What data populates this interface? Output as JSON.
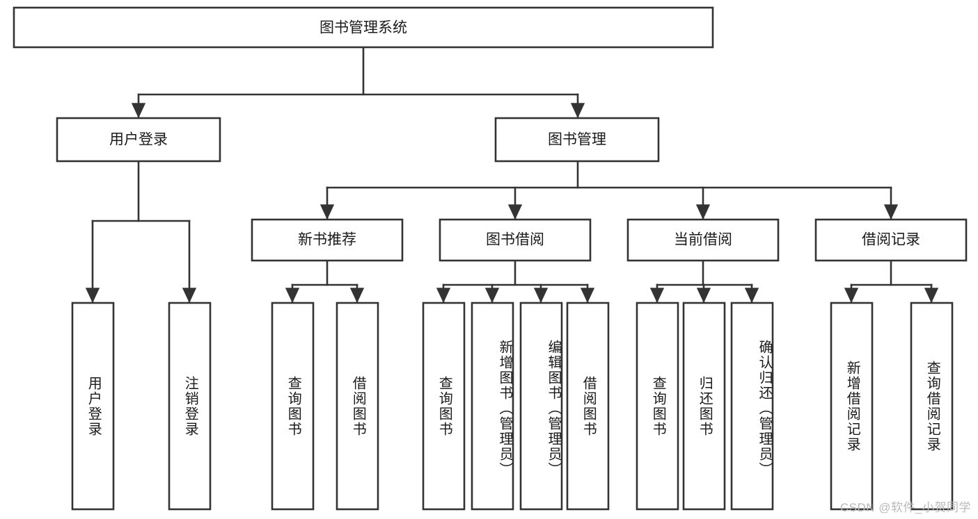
{
  "diagram": {
    "type": "tree",
    "title": "图书管理系统",
    "root": {
      "id": "root",
      "label": "图书管理系统",
      "orientation": "horizontal"
    },
    "level2": [
      {
        "id": "user-login",
        "label": "用户登录",
        "orientation": "horizontal"
      },
      {
        "id": "book-manage",
        "label": "图书管理",
        "orientation": "horizontal"
      }
    ],
    "level3": [
      {
        "id": "new-book-recommend",
        "label": "新书推荐",
        "orientation": "horizontal",
        "parent": "book-manage"
      },
      {
        "id": "book-borrow",
        "label": "图书借阅",
        "orientation": "horizontal",
        "parent": "book-manage"
      },
      {
        "id": "current-borrow",
        "label": "当前借阅",
        "orientation": "horizontal",
        "parent": "book-manage"
      },
      {
        "id": "borrow-record",
        "label": "借阅记录",
        "orientation": "horizontal",
        "parent": "book-manage"
      }
    ],
    "leaves": [
      {
        "id": "leaf-user-login",
        "label": "用户登录",
        "orientation": "vertical",
        "parent": "user-login"
      },
      {
        "id": "leaf-user-logout",
        "label": "注销登录",
        "orientation": "vertical",
        "parent": "user-login"
      },
      {
        "id": "leaf-query-book-1",
        "label": "查询图书",
        "orientation": "vertical",
        "parent": "new-book-recommend"
      },
      {
        "id": "leaf-borrow-book-1",
        "label": "借阅图书",
        "orientation": "vertical",
        "parent": "new-book-recommend"
      },
      {
        "id": "leaf-query-book-2",
        "label": "查询图书",
        "orientation": "vertical",
        "parent": "book-borrow"
      },
      {
        "id": "leaf-add-book",
        "label": "新增图书（管理员）",
        "orientation": "vertical",
        "parent": "book-borrow"
      },
      {
        "id": "leaf-edit-book",
        "label": "编辑图书（管理员）",
        "orientation": "vertical",
        "parent": "book-borrow"
      },
      {
        "id": "leaf-borrow-book-2",
        "label": "借阅图书",
        "orientation": "vertical",
        "parent": "book-borrow"
      },
      {
        "id": "leaf-query-book-3",
        "label": "查询图书",
        "orientation": "vertical",
        "parent": "current-borrow"
      },
      {
        "id": "leaf-return-book",
        "label": "归还图书",
        "orientation": "vertical",
        "parent": "current-borrow"
      },
      {
        "id": "leaf-confirm-return",
        "label": "确认归还（管理员）",
        "orientation": "vertical",
        "parent": "current-borrow"
      },
      {
        "id": "leaf-add-record",
        "label": "新增借阅记录",
        "orientation": "vertical",
        "parent": "borrow-record"
      },
      {
        "id": "leaf-query-record",
        "label": "查询借阅记录",
        "orientation": "vertical",
        "parent": "borrow-record"
      }
    ],
    "colors": {
      "box_stroke": "#333333",
      "box_fill": "#ffffff",
      "connector": "#333333",
      "text": "#1a1a1a",
      "watermark": "#b9b9b9",
      "background": "#ffffff"
    }
  },
  "watermark": {
    "text": "CSDN @软件_小贺同学"
  }
}
